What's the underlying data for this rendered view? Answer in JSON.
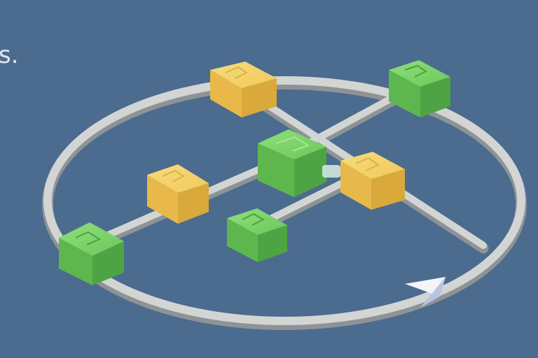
{
  "caption": {
    "fragment": "s."
  },
  "colors": {
    "background": "#4b6b8f",
    "track": "#cfd1d0",
    "track_shadow": "#9a9d9f",
    "node_green": "#6cc75a",
    "node_yellow": "#f1c95a",
    "arrow": "#f2f4f8"
  },
  "diagram": {
    "nodes": [
      {
        "id": "node-top-yellow",
        "color": "yellow"
      },
      {
        "id": "node-top-right-green",
        "color": "green"
      },
      {
        "id": "node-center-green",
        "color": "green"
      },
      {
        "id": "node-right-yellow",
        "color": "yellow"
      },
      {
        "id": "node-left-yellow",
        "color": "yellow"
      },
      {
        "id": "node-mid-green",
        "color": "green"
      },
      {
        "id": "node-bottom-left-green",
        "color": "green"
      }
    ],
    "direction_arrow": "clockwise-arrow-icon"
  }
}
